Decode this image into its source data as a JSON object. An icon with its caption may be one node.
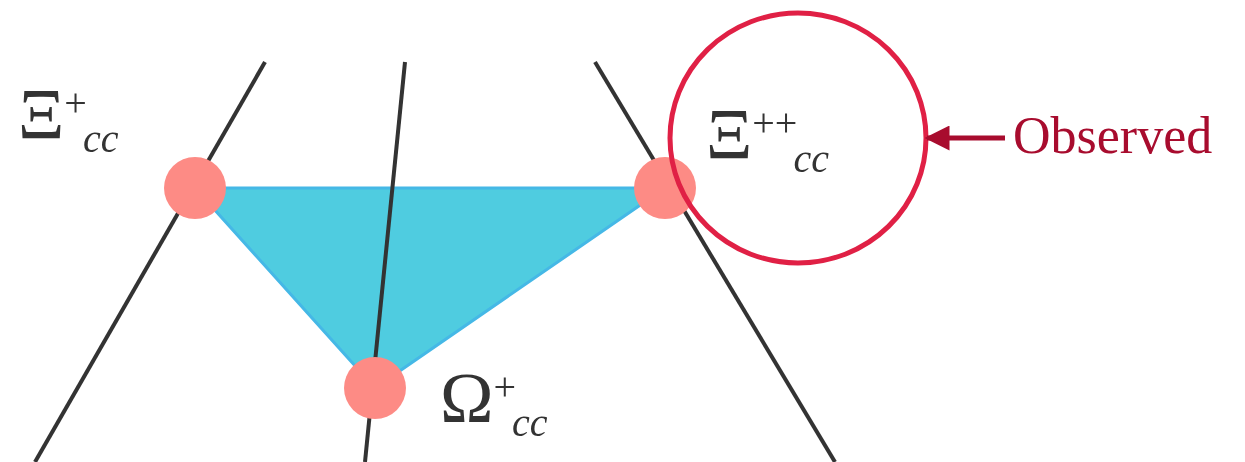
{
  "diagram": {
    "nodes": [
      {
        "text": [],
        "shape": "circle"
      },
      {
        "text": [
          "Observed"
        ]
      }
    ],
    "edges": [
      {
        "from": 1,
        "to": 0,
        "arrow": "to"
      }
    ],
    "labels": [
      "Ξ$^{+}$$_{cc}$",
      "Ξ$^{++}$$_{cc}$",
      "Ω$^{+}$$_{cc}$"
    ]
  }
}
